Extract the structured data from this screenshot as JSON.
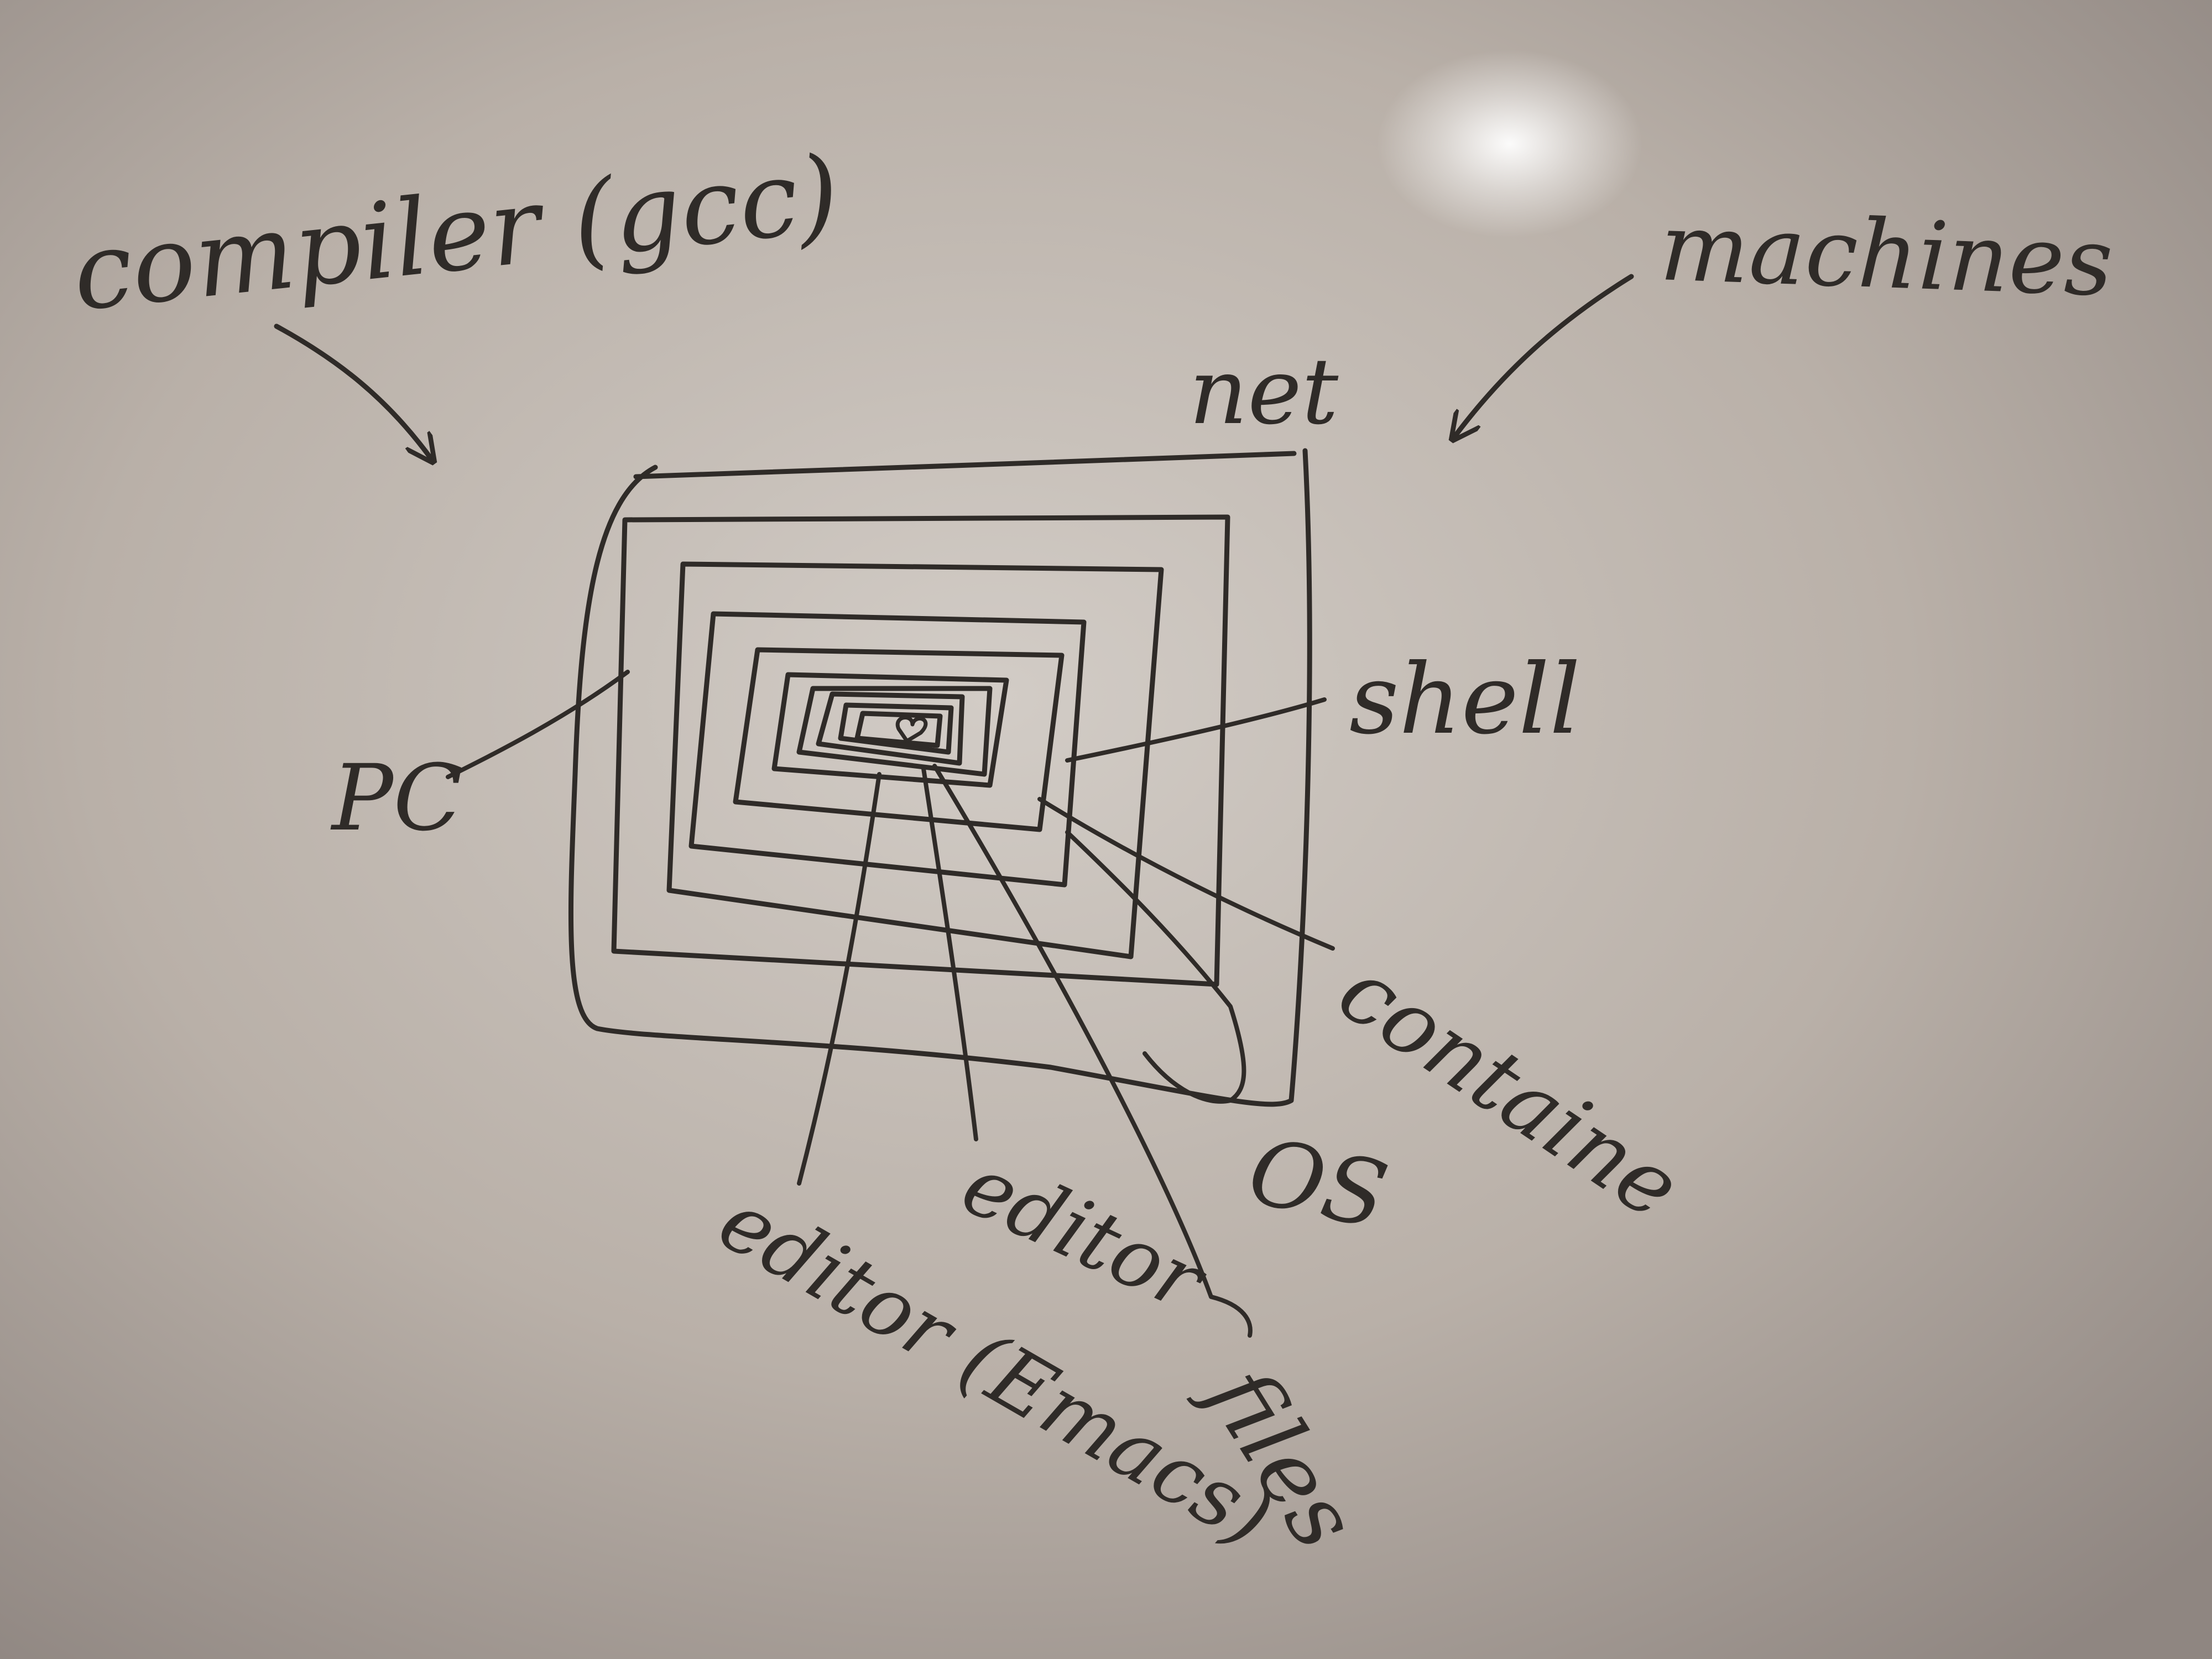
{
  "labels": {
    "compiler": "compiler (gcc)",
    "machines": "machines",
    "net": "net",
    "pc": "PC",
    "shell": "shell",
    "container": "containe",
    "os": "OS",
    "editor": "editor",
    "editor_emacs": "editor (Emacs)",
    "files": "files"
  },
  "colors": {
    "ink": "#2f2b28",
    "board": "#b3aaa2"
  }
}
